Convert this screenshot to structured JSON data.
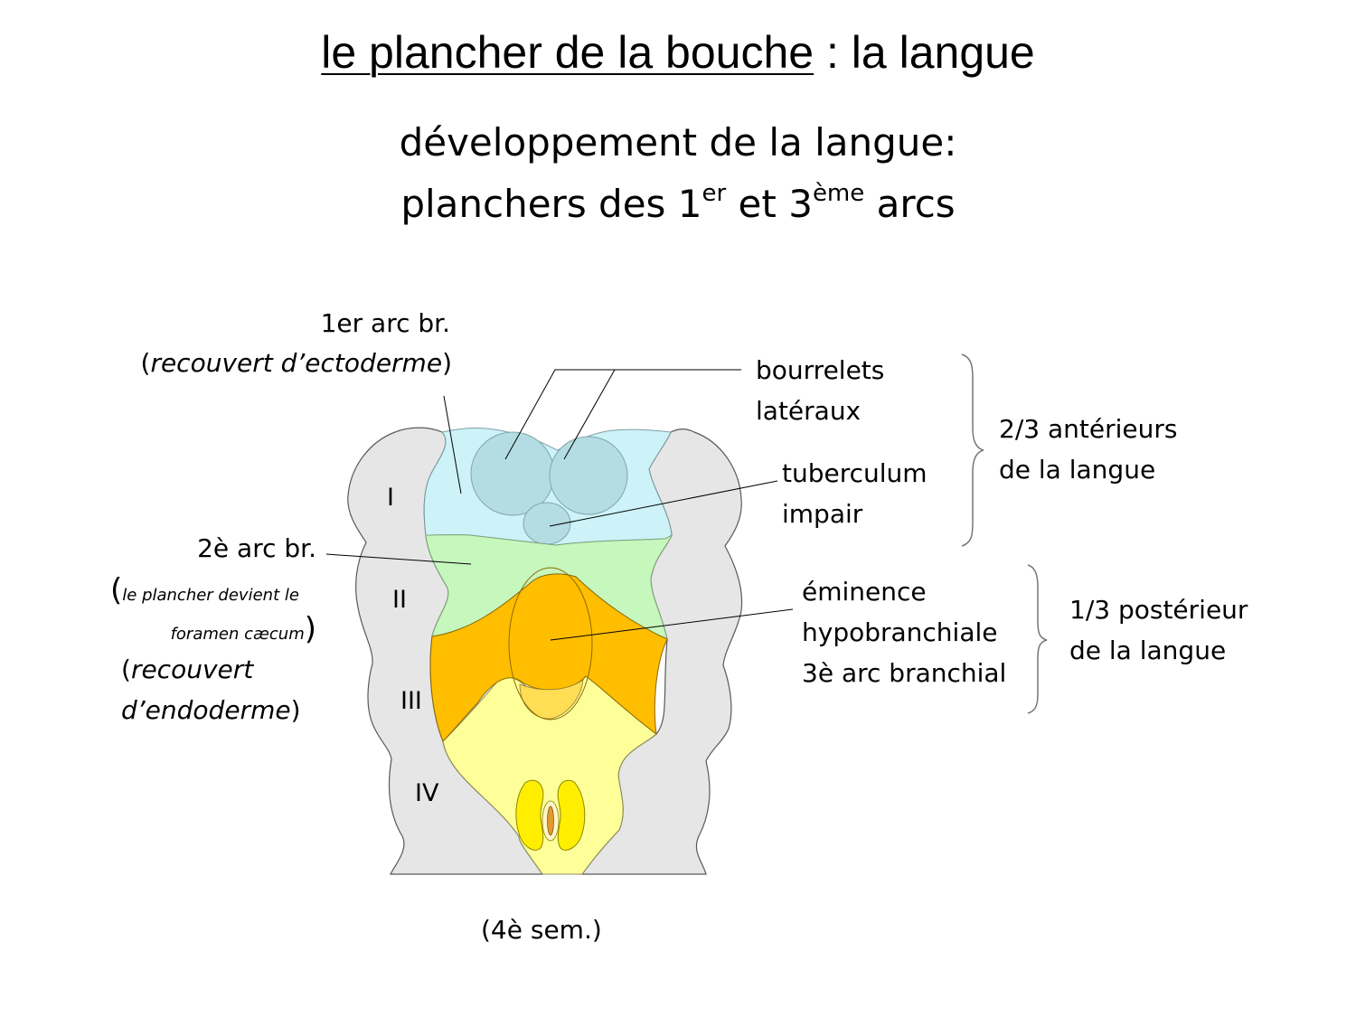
{
  "title": {
    "underlined": "le plancher de la bouche",
    "rest": " : la langue"
  },
  "subtitle": {
    "line1": "développement de la langue:",
    "line2_a": "planchers des 1",
    "line2_sup1": "er",
    "line2_b": " et 3",
    "line2_sup2": "ème",
    "line2_c": " arcs"
  },
  "labels": {
    "arc1_title": "1er arc br.",
    "arc1_open": "(",
    "arc1_note": "recouvert d’ectoderme",
    "arc1_close": ")",
    "bourrelets_line1": "bourrelets",
    "bourrelets_line2": "latéraux",
    "tuberculum_line1": "tuberculum",
    "tuberculum_line2": "impair",
    "anterieurs_line1": "2/3 antérieurs",
    "anterieurs_line2": "de la langue",
    "arc2_title": "2è arc br.",
    "arc2_plancher_open": "(",
    "arc2_plancher_a": "le plancher devient le",
    "arc2_plancher_b": "foramen cæcum",
    "arc2_plancher_close": ")",
    "arc2_recouvert_open": "(",
    "arc2_recouvert_a": "recouvert",
    "arc2_recouvert_b": "d’endoderme",
    "arc2_recouvert_close": ")",
    "eminence_line1": "éminence",
    "eminence_line2": "hypobranchiale",
    "eminence_line3": "3è arc branchial",
    "posterieur_line1": "1/3 postérieur",
    "posterieur_line2": "de la langue",
    "caption": "(4è sem.)"
  },
  "arc_numerals": [
    "I",
    "II",
    "III",
    "IV"
  ],
  "colors": {
    "arc1": "#cdf3f8",
    "arc2": "#c6f7bd",
    "arc3": "#ffbe00",
    "arc4": "#ffff99",
    "walls": "#e6e6e6",
    "outline": "#595959",
    "swellings": "#b3dde2",
    "cords": "#ffee00"
  }
}
